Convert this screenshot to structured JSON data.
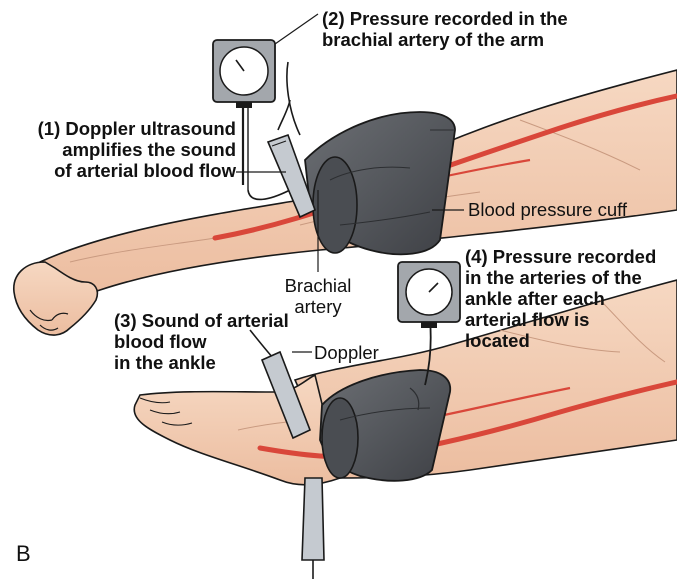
{
  "figure_letter": "B",
  "labels": {
    "doppler_amplifies": [
      "(1) Doppler ultrasound",
      "amplifies the sound",
      "of arterial blood flow"
    ],
    "pressure_brachial": [
      "(2) Pressure recorded in the",
      "brachial artery of the arm"
    ],
    "sound_ankle": [
      "(3) Sound of arterial",
      "blood flow",
      "in the ankle"
    ],
    "pressure_ankle": [
      "(4) Pressure recorded",
      "in the arteries of the",
      "ankle after each",
      "arterial flow is",
      "located"
    ],
    "blood_pressure_cuff": "Blood pressure cuff",
    "brachial_artery": [
      "Brachial",
      "artery"
    ],
    "doppler": "Doppler"
  },
  "colors": {
    "skin": "#f2cdb3",
    "skin_shadow": "#d9a98c",
    "artery": "#d9473a",
    "cuff": "#5b5e63",
    "cuff_dark": "#3d3f43",
    "gauge_case": "#9a9ea3",
    "probe": "#c5cad0",
    "outline": "#1a1a1a"
  }
}
